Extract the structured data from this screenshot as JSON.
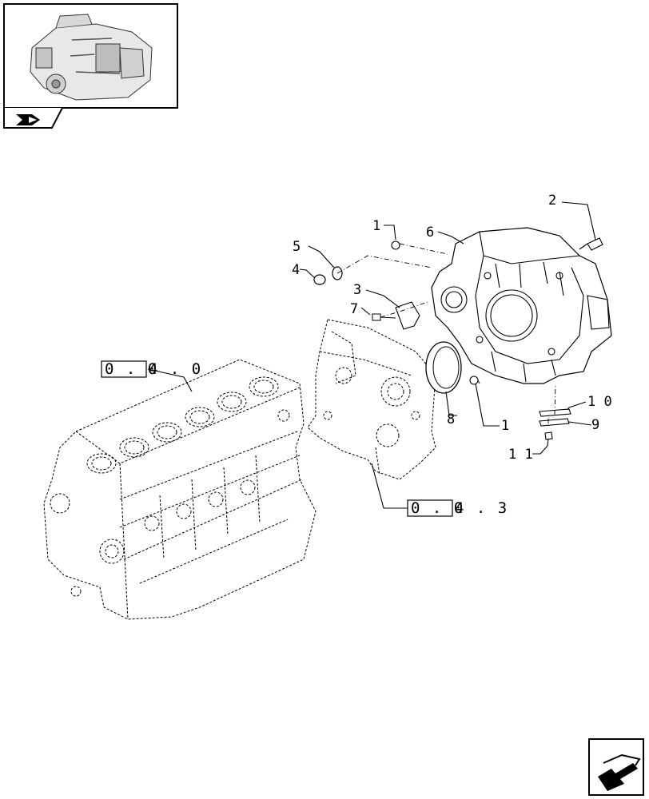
{
  "callouts": {
    "c1a": "1",
    "c1b": "1",
    "c2": "2",
    "c3": "3",
    "c4": "4",
    "c5": "5",
    "c6": "6",
    "c7": "7",
    "c8": "8",
    "c9": "9",
    "c10": "1 0",
    "c11": "1 1"
  },
  "references": {
    "block_ref": {
      "boxed": "0 . 0",
      "rest": "4 . 0"
    },
    "cover_ref": {
      "boxed": "0 . 0",
      "rest": "4 . 3"
    }
  },
  "icons": {
    "thumbnail": "engine-thumbnail-icon",
    "corner_tag": "book-arrow-icon",
    "next_page": "next-page-arrow-icon"
  }
}
